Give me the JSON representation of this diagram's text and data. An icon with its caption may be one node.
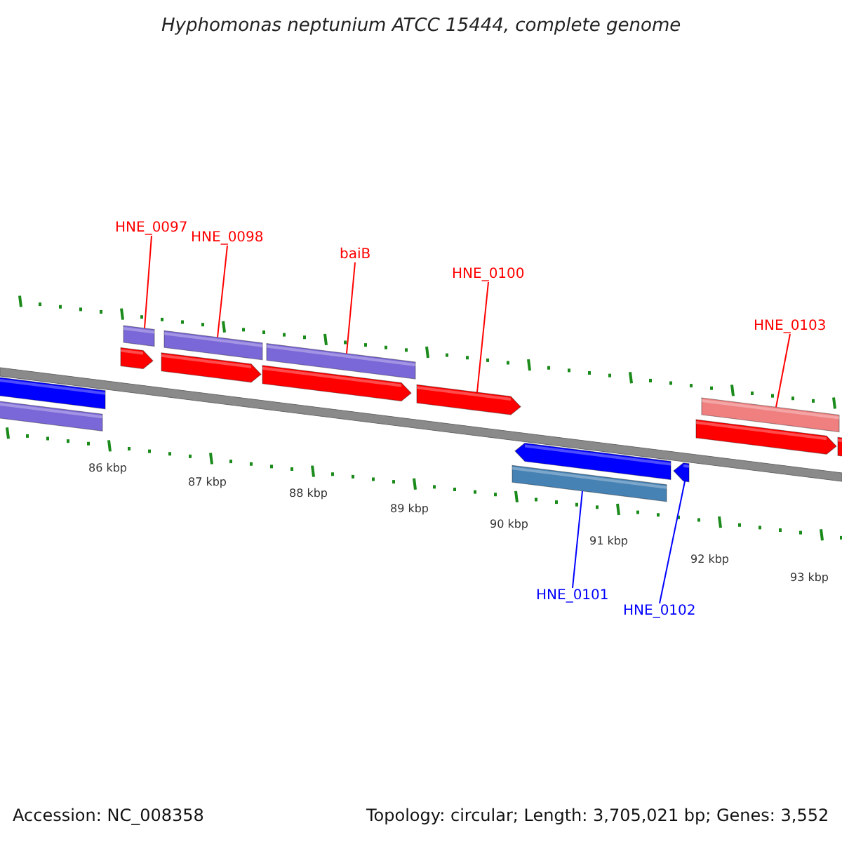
{
  "diagram": {
    "title": "Hyphomonas neptunium ATCC 15444, complete genome",
    "nodes": [
      {
        "text": [
          "HNE_0097"
        ]
      },
      {
        "text": [
          "HNE_0098"
        ]
      },
      {
        "text": [
          "baiB"
        ]
      },
      {
        "text": [
          "HNE_0100"
        ]
      },
      {
        "text": [
          "HNE_0103"
        ]
      },
      {
        "text": [
          "HNE_0101"
        ]
      },
      {
        "text": [
          "HNE_0102"
        ]
      },
      {
        "text": [],
        "shape": "bar"
      },
      {
        "text": [],
        "shape": "bar"
      },
      {
        "text": [],
        "shape": "arrow"
      },
      {
        "text": [],
        "shape": "bar"
      },
      {
        "text": [],
        "shape": "arrow"
      },
      {
        "text": [],
        "shape": "bar"
      },
      {
        "text": [],
        "shape": "arrow"
      },
      {
        "text": [],
        "shape": "bar"
      },
      {
        "text": [],
        "shape": "arrow"
      },
      {
        "text": [],
        "shape": "bar"
      },
      {
        "text": [],
        "shape": "arrow"
      },
      {
        "text": [],
        "shape": "arrow"
      },
      {
        "text": [],
        "shape": "arrow"
      },
      {
        "text": [],
        "shape": "bar"
      },
      {
        "text": [],
        "shape": "arrow"
      }
    ],
    "edges": [
      {
        "from": 0,
        "to": 10,
        "arrow": "none"
      },
      {
        "from": 1,
        "to": 12,
        "arrow": "none"
      },
      {
        "from": 2,
        "to": 14,
        "arrow": "none"
      },
      {
        "from": 3,
        "to": 15,
        "arrow": "none"
      },
      {
        "from": 4,
        "to": 20,
        "arrow": "none"
      },
      {
        "from": 5,
        "to": 16,
        "arrow": "none",
        "color": "#0000ff"
      },
      {
        "from": 6,
        "to": 18,
        "arrow": "none",
        "color": "#0000ff"
      }
    ],
    "labels": [
      "86 kbp",
      "87 kbp",
      "88 kbp",
      "89 kbp",
      "90 kbp",
      "91 kbp",
      "92 kbp",
      "93 kbp",
      "Accession: NC_008358",
      "Topology: circular; Length: 3,705,021 bp; Genes: 3,552"
    ]
  }
}
